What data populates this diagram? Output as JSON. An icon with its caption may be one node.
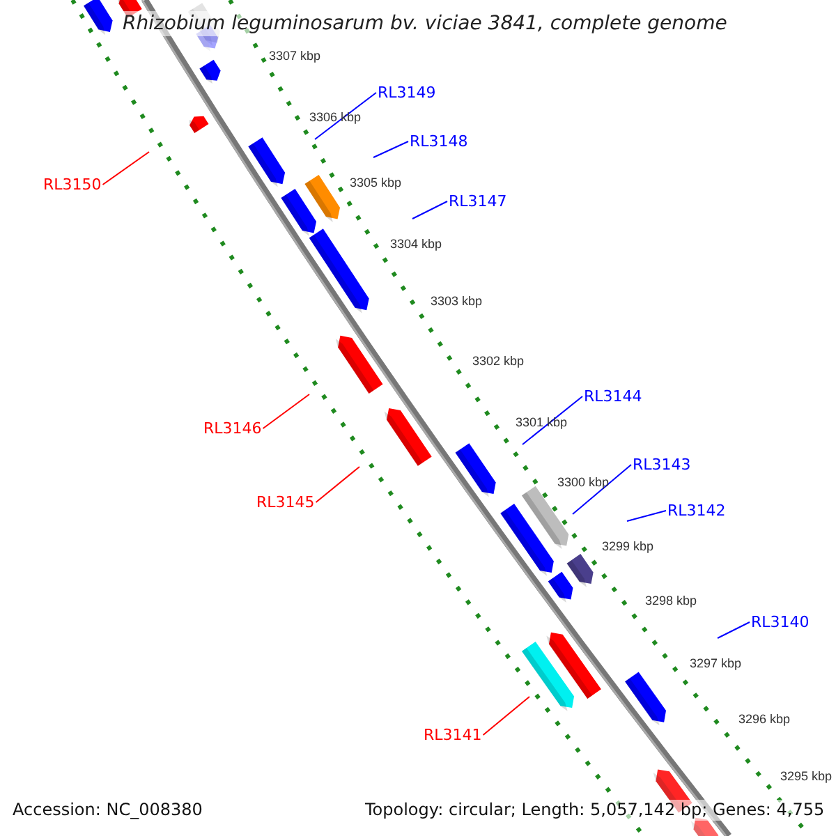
{
  "diagram": {
    "title": "Rhizobium leguminosarum bv. viciae 3841, complete genome",
    "nodes": [
      {
        "text": [
          "RL3149"
        ]
      },
      {
        "text": [
          "RL3148"
        ]
      },
      {
        "text": [
          "RL3150"
        ]
      },
      {
        "text": [
          "RL3147"
        ]
      },
      {
        "text": [
          "RL3144"
        ]
      },
      {
        "text": [
          "RL3146"
        ]
      },
      {
        "text": [
          "RL3143"
        ]
      },
      {
        "text": [
          "RL3145"
        ]
      },
      {
        "text": [
          "RL3142"
        ]
      },
      {
        "text": [
          "RL3140"
        ]
      },
      {
        "text": [
          "RL3141"
        ]
      }
    ],
    "edges": [
      {
        "from": 0,
        "to": null,
        "arrow": "none"
      },
      {
        "from": 1,
        "to": null,
        "arrow": "none"
      },
      {
        "from": 2,
        "to": null,
        "arrow": "none",
        "color": "#ff0000"
      },
      {
        "from": 3,
        "to": null,
        "arrow": "none"
      },
      {
        "from": 4,
        "to": null,
        "arrow": "none"
      },
      {
        "from": 5,
        "to": null,
        "arrow": "none",
        "color": "#ff0000"
      },
      {
        "from": 6,
        "to": null,
        "arrow": "none"
      },
      {
        "from": 7,
        "to": null,
        "arrow": "none",
        "color": "#ff0000"
      },
      {
        "from": 8,
        "to": null,
        "arrow": "none"
      },
      {
        "from": 9,
        "to": null,
        "arrow": "none"
      },
      {
        "from": 10,
        "to": null,
        "arrow": "none",
        "color": "#ff0000"
      }
    ],
    "labels": [
      "3307 kbp",
      "3306 kbp",
      "3305 kbp",
      "3304 kbp",
      "3303 kbp",
      "3302 kbp",
      "3301 kbp",
      "3300 kbp",
      "3299 kbp",
      "3298 kbp",
      "3297 kbp",
      "3296 kbp",
      "3295 kbp",
      "Accession: NC_008380",
      "Topology: circular; Length: 5,057,142 bp; Genes: 4,755"
    ]
  }
}
